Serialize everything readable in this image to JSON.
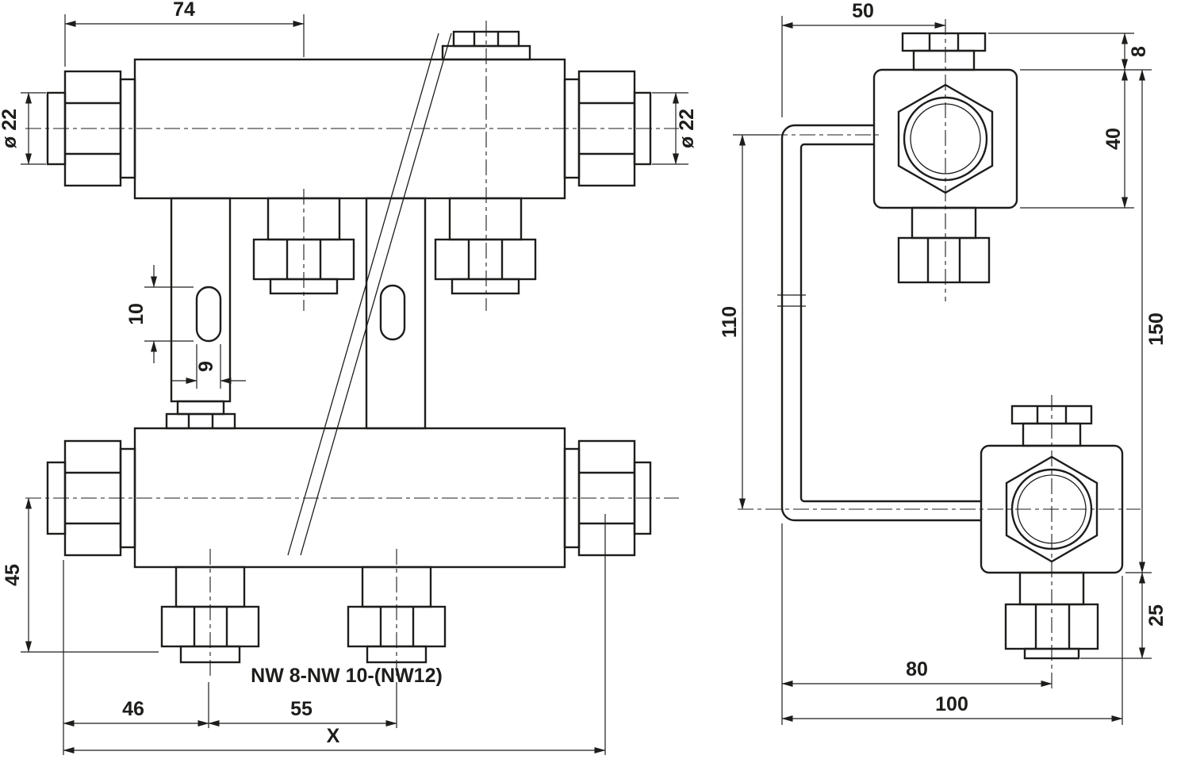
{
  "ink": "#1d1d1b",
  "front_view": {
    "dim_top_width": "74",
    "dim_dia_left": "ø 22",
    "dim_dia_right": "ø 22",
    "dim_slot_height": "10",
    "dim_slot_width": "9",
    "dim_outlet_drop": "45",
    "dim_outlet_offset": "46",
    "dim_outlet_pitch": "55",
    "dim_overall": "X",
    "label_nominal_widths": "NW 8-NW 10-(NW12)"
  },
  "side_view": {
    "dim_pipe_offset": "50",
    "dim_cap_height": "8",
    "dim_body_height": "40",
    "dim_pipe_drop": "110",
    "dim_overall_height": "150",
    "dim_bottom_nut": "25",
    "dim_outlet_offset": "80",
    "dim_overall_width": "100"
  }
}
